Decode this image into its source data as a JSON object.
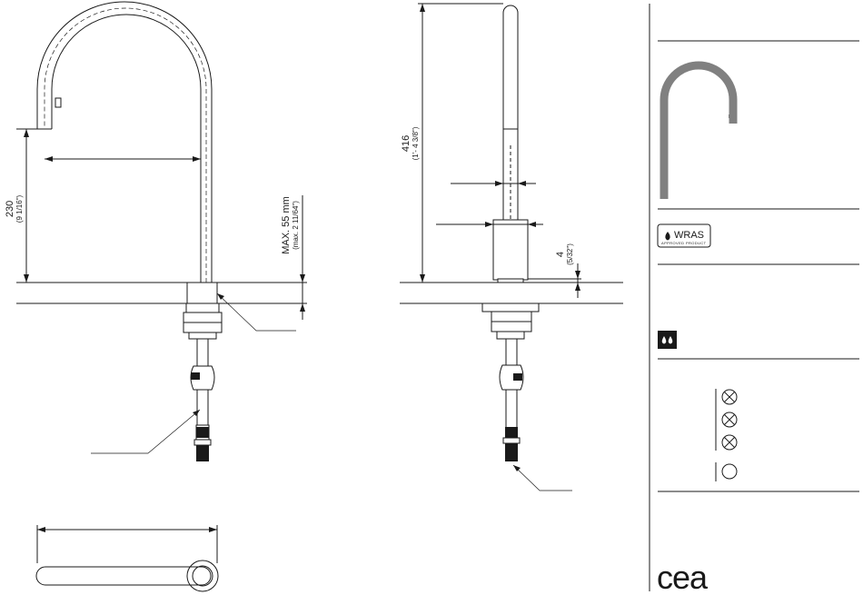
{
  "dimensions": {
    "height_left": {
      "main": "230",
      "sub": "(9 1/16\")"
    },
    "deck_thickness": {
      "main": "MAX. 55 mm",
      "sub": "(max. 2 11/64\")"
    },
    "height_side": {
      "main": "416",
      "sub": "(1'- 4 3/8\")"
    },
    "plate": {
      "main": "4",
      "sub": "(5/32\")"
    }
  },
  "badges": {
    "wras": {
      "text": "WRAS",
      "subtext": "APPROVED PRODUCT"
    }
  },
  "brand": {
    "logo_text": "cea"
  },
  "colors": {
    "line": "#1a1a1a",
    "thumbnail": "#808080",
    "background": "#ffffff"
  }
}
